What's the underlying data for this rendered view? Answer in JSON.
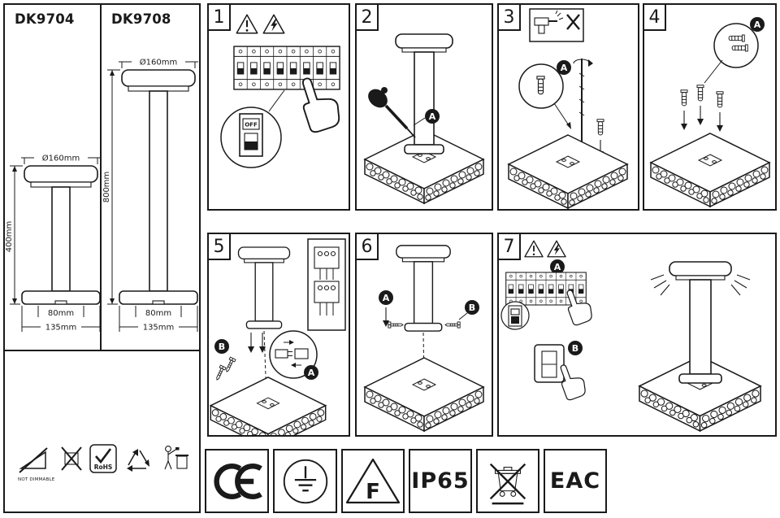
{
  "products": {
    "left": {
      "model": "DK9704",
      "diameter": "Ø160mm",
      "height": "400mm",
      "mount_width": "80mm",
      "base_width": "135mm"
    },
    "right": {
      "model": "DK9708",
      "diameter": "Ø160mm",
      "height": "800mm",
      "mount_width": "80mm",
      "base_width": "135mm"
    }
  },
  "steps": {
    "s1": {
      "number": "1",
      "switch_label": "OFF"
    },
    "s2": {
      "number": "2",
      "badge_a": "A"
    },
    "s3": {
      "number": "3",
      "badge_a": "A"
    },
    "s4": {
      "number": "4",
      "badge_a": "A"
    },
    "s5": {
      "number": "5",
      "badge_a": "A",
      "badge_b": "B"
    },
    "s6": {
      "number": "6",
      "badge_a": "A",
      "badge_b": "B"
    },
    "s7": {
      "number": "7",
      "badge_a": "A",
      "badge_b": "B"
    }
  },
  "compliance": {
    "not_dimmable": "NOT DIMMABLE",
    "rohs": "RoHS"
  },
  "certifications": {
    "ce": "CE",
    "thermal_class": "F",
    "ip_rating": "IP65",
    "eac": "EAC"
  },
  "colors": {
    "ink": "#1a1a1a",
    "paper": "#ffffff"
  }
}
